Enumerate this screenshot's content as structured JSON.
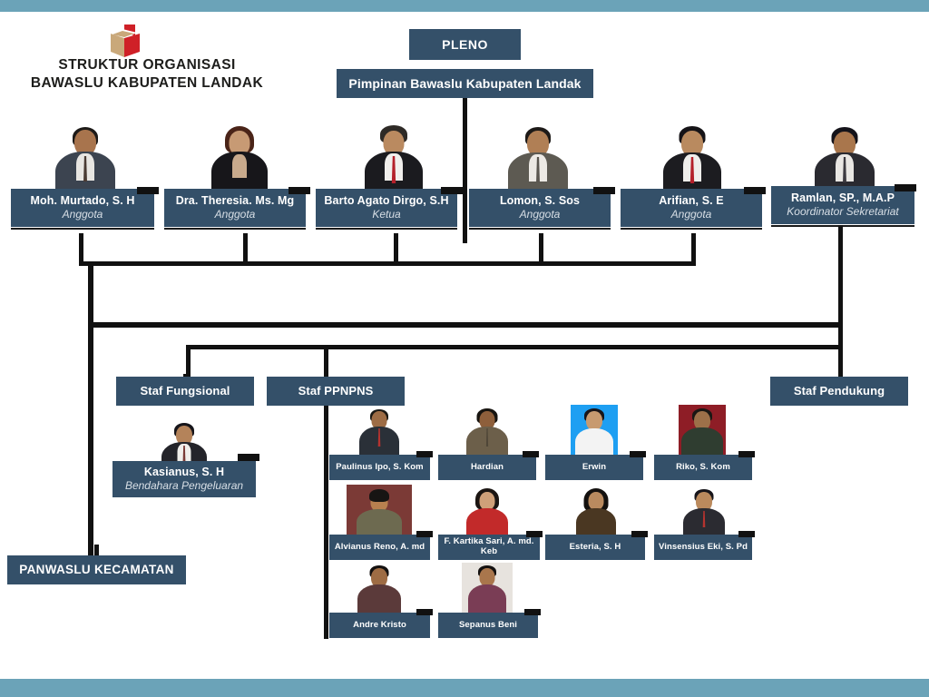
{
  "theme": {
    "accent_bar": "#6ba3b8",
    "box_navy": "#345069",
    "line_black": "#111111",
    "text_white": "#ffffff",
    "role_text": "#d8dfe6"
  },
  "header": {
    "logo_name": "bawaslu-ballot-box-logo",
    "title_line1": "STRUKTUR ORGANISASI",
    "title_line2": "BAWASLU KABUPATEN LANDAK"
  },
  "top": {
    "pleno_label": "PLENO",
    "pimpinan_label": "Pimpinan Bawaslu Kabupaten Landak"
  },
  "commissioners": [
    {
      "name": "Moh. Murtado, S. H",
      "role": "Anggota",
      "photo": "portrait-moh-murtado",
      "bg": "#ffffff",
      "suit": "#3c4450",
      "hair": "#1d1a18",
      "skin": "#a8744d",
      "shirt": "#e8e6e2",
      "tie": "#4a3b33"
    },
    {
      "name": "Dra. Theresia. Ms. Mg",
      "role": "Anggota",
      "photo": "portrait-dra-theresia",
      "bg": "#ffffff",
      "suit": "#17161a",
      "hair": "#4a2418",
      "skin": "#c79a74",
      "shirt": "#c8a98c",
      "tie": "#8b6a4a"
    },
    {
      "name": "Barto Agato Dirgo, S.H",
      "role": "Ketua",
      "photo": "portrait-barto-agato-dirgo",
      "bg": "#ffffff",
      "suit": "#1b1b1f",
      "hair": "#17151a",
      "skin": "#ba8a60",
      "shirt": "#f1efec",
      "tie": "#b4202a"
    },
    {
      "name": "Lomon, S. Sos",
      "role": "Anggota",
      "photo": "portrait-lomon",
      "bg": "#ffffff",
      "suit": "#5d5a52",
      "hair": "#1d1a18",
      "skin": "#b07f55",
      "shirt": "#ece9e4",
      "tie": "#5a564f"
    },
    {
      "name": "Arifian, S. E",
      "role": "Anggota",
      "photo": "portrait-arifian",
      "bg": "#ffffff",
      "suit": "#1c1c20",
      "hair": "#151317",
      "skin": "#b98a5f",
      "shirt": "#efeeeb",
      "tie": "#b4202a"
    },
    {
      "name": "Ramlan, SP., M.A.P",
      "role": "Koordinator Sekretariat",
      "photo": "portrait-ramlan",
      "bg": "#ffffff",
      "suit": "#2a2a30",
      "hair": "#14131a",
      "skin": "#a9764c",
      "shirt": "#e9e7e3",
      "tie": "#3c3a40"
    }
  ],
  "branches": {
    "staf_fungsional_label": "Staf Fungsional",
    "staf_ppnpns_label": "Staf PPNPNS",
    "staf_pendukung_label": "Staf Pendukung",
    "panwaslu_label": "PANWASLU KECAMATAN"
  },
  "fungsional": {
    "name": "Kasianus, S. H",
    "role": "Bendahara Pengeluaran",
    "photo": "portrait-kasianus",
    "bg": "#ffffff",
    "suit": "#24242a",
    "hair": "#16151a",
    "skin": "#b4835a",
    "shirt": "#f0eeea",
    "tie": "#7a3a35"
  },
  "staff": [
    {
      "name": "Paulinus Ipo, S. Kom",
      "photo": "portrait-paulinus-ipo",
      "bg": "#ffffff",
      "suit": "#2a3038",
      "hair": "#1a1814",
      "skin": "#9d6c45",
      "shirt": "#2a3038",
      "tie": "#2a3038"
    },
    {
      "name": "Hardian",
      "photo": "portrait-hardian",
      "bg": "#ffffff",
      "suit": "#6c5f4a",
      "hair": "#171410",
      "skin": "#8e5f3b",
      "shirt": "#6c5f4a",
      "tie": "#6c5f4a"
    },
    {
      "name": "Erwin",
      "photo": "portrait-erwin",
      "bg": "#1e9ff2",
      "suit": "#f3f3f3",
      "hair": "#17151a",
      "skin": "#c79a70",
      "shirt": "#f3f3f3",
      "tie": "#f3f3f3"
    },
    {
      "name": "Riko, S. Kom",
      "photo": "portrait-riko",
      "bg": "#8e1d26",
      "suit": "#2f3d30",
      "hair": "#1a1714",
      "skin": "#9d7049",
      "shirt": "#2f3d30",
      "tie": "#2f3d30"
    },
    {
      "name": "Alvianus Reno, A. md",
      "photo": "portrait-alvianus-reno",
      "bg": "#7b3a36",
      "suit": "#6d6a50",
      "hair": "#171513",
      "skin": "#b8804f",
      "shirt": "#6d6a50",
      "tie": "#6d6a50"
    },
    {
      "name": "F. Kartika Sari, A. md. Keb",
      "photo": "portrait-f-kartika-sari",
      "bg": "#ffffff",
      "suit": "#c22a2a",
      "hair": "#1b1512",
      "skin": "#cfa079",
      "shirt": "#c22a2a",
      "tie": "#c22a2a"
    },
    {
      "name": "Esteria, S. H",
      "photo": "portrait-esteria",
      "bg": "#ffffff",
      "suit": "#4a3722",
      "hair": "#14110f",
      "skin": "#b98a5f",
      "shirt": "#4a3722",
      "tie": "#4a3722"
    },
    {
      "name": "Vinsensius Eki, S. Pd",
      "photo": "portrait-vinsensius-eki",
      "bg": "#ffffff",
      "suit": "#2b2b31",
      "hair": "#17151a",
      "skin": "#bb8a5d",
      "shirt": "#2b2b31",
      "tie": "#2b2b31"
    },
    {
      "name": "Andre Kristo",
      "photo": "portrait-andre-kristo",
      "bg": "#ffffff",
      "suit": "#5b3a3a",
      "hair": "#141110",
      "skin": "#9e6c44",
      "shirt": "#5b3a3a",
      "tie": "#5b3a3a"
    },
    {
      "name": "Sepanus Beni",
      "photo": "portrait-sepanus-beni",
      "bg": "#e7e3de",
      "suit": "#7a3d55",
      "hair": "#141110",
      "skin": "#a9764c",
      "shirt": "#7a3d55",
      "tie": "#7a3d55"
    }
  ]
}
